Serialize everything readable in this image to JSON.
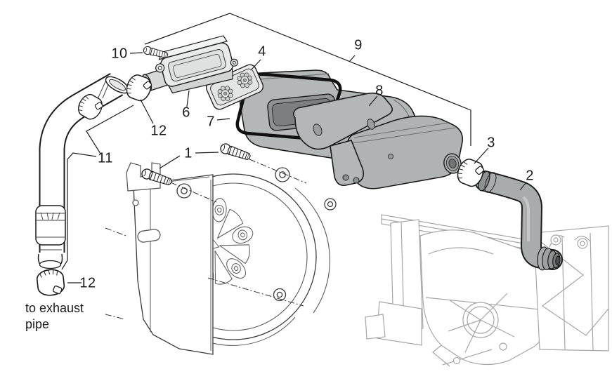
{
  "diagram": {
    "note": {
      "line1": "to exhaust",
      "line2": "pipe"
    },
    "callouts": [
      {
        "ref": "10"
      },
      {
        "ref": "6"
      },
      {
        "ref": "12"
      },
      {
        "ref": "4"
      },
      {
        "ref": "7"
      },
      {
        "ref": "9"
      },
      {
        "ref": "8"
      },
      {
        "ref": "1"
      },
      {
        "ref": "3"
      },
      {
        "ref": "2"
      },
      {
        "ref": "11"
      },
      {
        "ref": "12"
      }
    ],
    "colors": {
      "background": "#ffffff",
      "outline": "#1c1c1c",
      "ghost_line": "#a6a6a6",
      "part_gray": "#b0b3b3",
      "seal_black": "#111111",
      "label_text": "#1a1a1a"
    }
  }
}
